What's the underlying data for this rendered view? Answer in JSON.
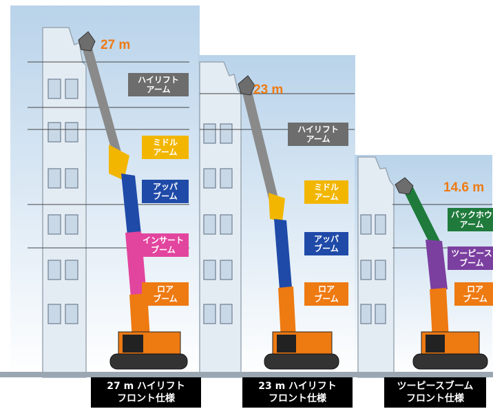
{
  "machines": [
    {
      "length": "27 m",
      "caption_line1": "27 m ハイリフト",
      "caption_line2": "フロント仕様",
      "labels": [
        {
          "l1": "ハイリフト",
          "l2": "アーム",
          "color": "#6d6d6d"
        },
        {
          "l1": "ミドル",
          "l2": "アーム",
          "color": "#f2b600"
        },
        {
          "l1": "アッパ",
          "l2": "ブーム",
          "color": "#1f4aa8"
        },
        {
          "l1": "インサート",
          "l2": "ブーム",
          "color": "#e2459e"
        },
        {
          "l1": "ロア",
          "l2": "ブーム",
          "color": "#ee7a12"
        }
      ]
    },
    {
      "length": "23 m",
      "caption_line1": "23 m ハイリフト",
      "caption_line2": "フロント仕様",
      "labels": [
        {
          "l1": "ハイリフト",
          "l2": "アーム",
          "color": "#6d6d6d"
        },
        {
          "l1": "ミドル",
          "l2": "アーム",
          "color": "#f2b600"
        },
        {
          "l1": "アッパ",
          "l2": "ブーム",
          "color": "#1f4aa8"
        },
        {
          "l1": "ロア",
          "l2": "ブーム",
          "color": "#ee7a12"
        }
      ]
    },
    {
      "length": "14.6 m",
      "caption_line1": "ツーピースブーム",
      "caption_line2": "フロント仕様",
      "labels": [
        {
          "l1": "バックホウ",
          "l2": "アーム",
          "color": "#1f7a3c"
        },
        {
          "l1": "ツーピース",
          "l2": "ブーム",
          "color": "#7b3fa0"
        },
        {
          "l1": "ロア",
          "l2": "ブーム",
          "color": "#ee7a12"
        }
      ]
    }
  ],
  "colors": {
    "length_text": "#ee7a12",
    "sky": "#cfe2f3",
    "building": "#e6eef5"
  }
}
